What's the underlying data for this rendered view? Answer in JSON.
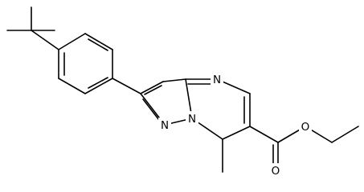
{
  "molecule": {
    "atoms": {
      "ring_n": "N",
      "bridge_n_a": "N",
      "bridge_n_b": "N",
      "carbonyl_o": "O",
      "ester_o": "O"
    }
  }
}
